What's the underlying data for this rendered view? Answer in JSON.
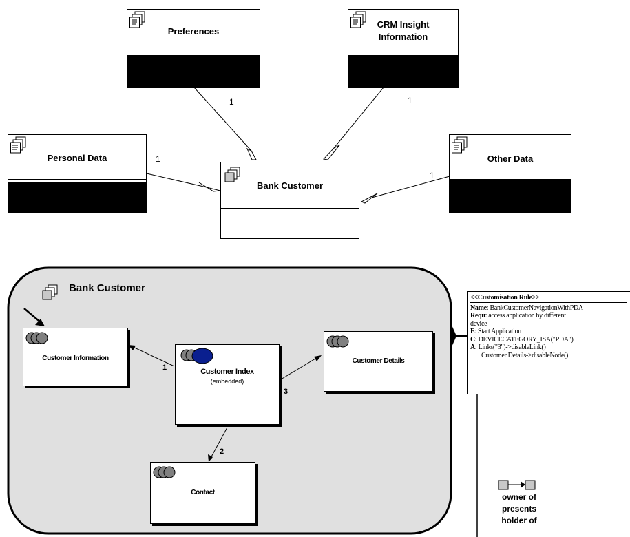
{
  "top_diagram": {
    "classes": {
      "preferences": "Preferences",
      "crm_insight_line1": "CRM Insight",
      "crm_insight_line2": "Information",
      "personal_data": "Personal Data",
      "other_data": "Other Data",
      "bank_customer": "Bank Customer"
    },
    "multiplicities": {
      "preferences": "1",
      "crm_insight": "1",
      "personal_data": "1",
      "other_data": "1"
    }
  },
  "navigation_diagram": {
    "container_title": "Bank Customer",
    "nodes": {
      "customer_information": "Customer Information",
      "customer_details": "Customer Details",
      "customer_index": "Customer Index",
      "customer_index_sub": "(embedded)",
      "contact": "Contact"
    },
    "link_labels": {
      "to_information": "1",
      "to_contact": "2",
      "to_details": "3"
    }
  },
  "customisation_rule": {
    "header": "<<Customisation Rule>>",
    "name_key": "Name",
    "name_value": ": BankCustomerNavigationWithPDA",
    "requ_key": "Requ",
    "requ_value": ": access application by different",
    "requ_value2": "device",
    "e_key": "E",
    "e_value": ": Start Application",
    "c_key": "C",
    "c_value": ": DEVICECATEGORY_ISA(\"PDA\")",
    "a_key": "A",
    "a_value": ": Links(\"3\")->disableLink()",
    "a_value2": "Customer Details->disableNode()"
  },
  "legend": {
    "line1": "owner of",
    "line2": "presents",
    "line3": "holder of"
  },
  "colors": {
    "container_fill": "#e0e0e0",
    "node_icon_grey": "#808080",
    "node_icon_blue": "#0a1f8f"
  }
}
